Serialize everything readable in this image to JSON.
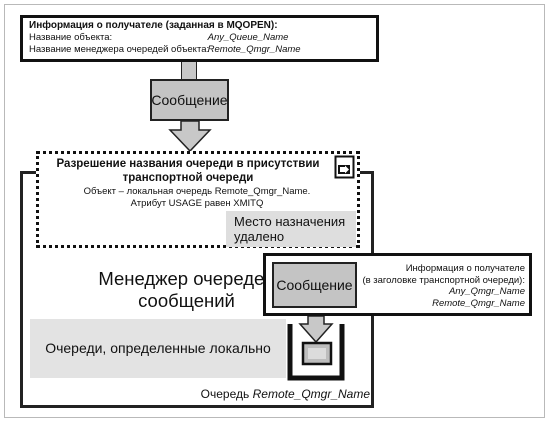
{
  "info_box": {
    "title": "Информация о получателе (заданная в MQOPEN):",
    "rows": [
      {
        "label": "Название объекта:",
        "value": "Any_Queue_Name"
      },
      {
        "label": "Название менеджера очередей объекта:",
        "value": "Remote_Qmgr_Name"
      }
    ]
  },
  "message_label": "Сообщение",
  "resolution": {
    "title": "Разрешение названия очереди в присутствии транспортной очереди",
    "line1": "Объект – локальная очередь Remote_Qmgr_Name.",
    "line2": "Атрибут USAGE равен XMITQ",
    "remote_destination": "Место назначения удалено",
    "icon": "document-exit-icon"
  },
  "queue_manager": {
    "label": "Менеджер очередей сообщений",
    "local_queues": "Очереди, определенные локально",
    "queue_caption_prefix": "Очередь",
    "queue_caption_name": "Remote_Qmgr_Name"
  },
  "transmission": {
    "message_label": "Сообщение",
    "info_line1": "Информация о получателе",
    "info_line2": "(в заголовке транспортной очереди):",
    "info_value1": "Any_Qmgr_Name",
    "info_value2": "Remote_Qmgr_Name"
  },
  "colors": {
    "message_fill": "#c4c4c4",
    "light_fill": "#e3e3e3",
    "stroke": "#111111"
  }
}
